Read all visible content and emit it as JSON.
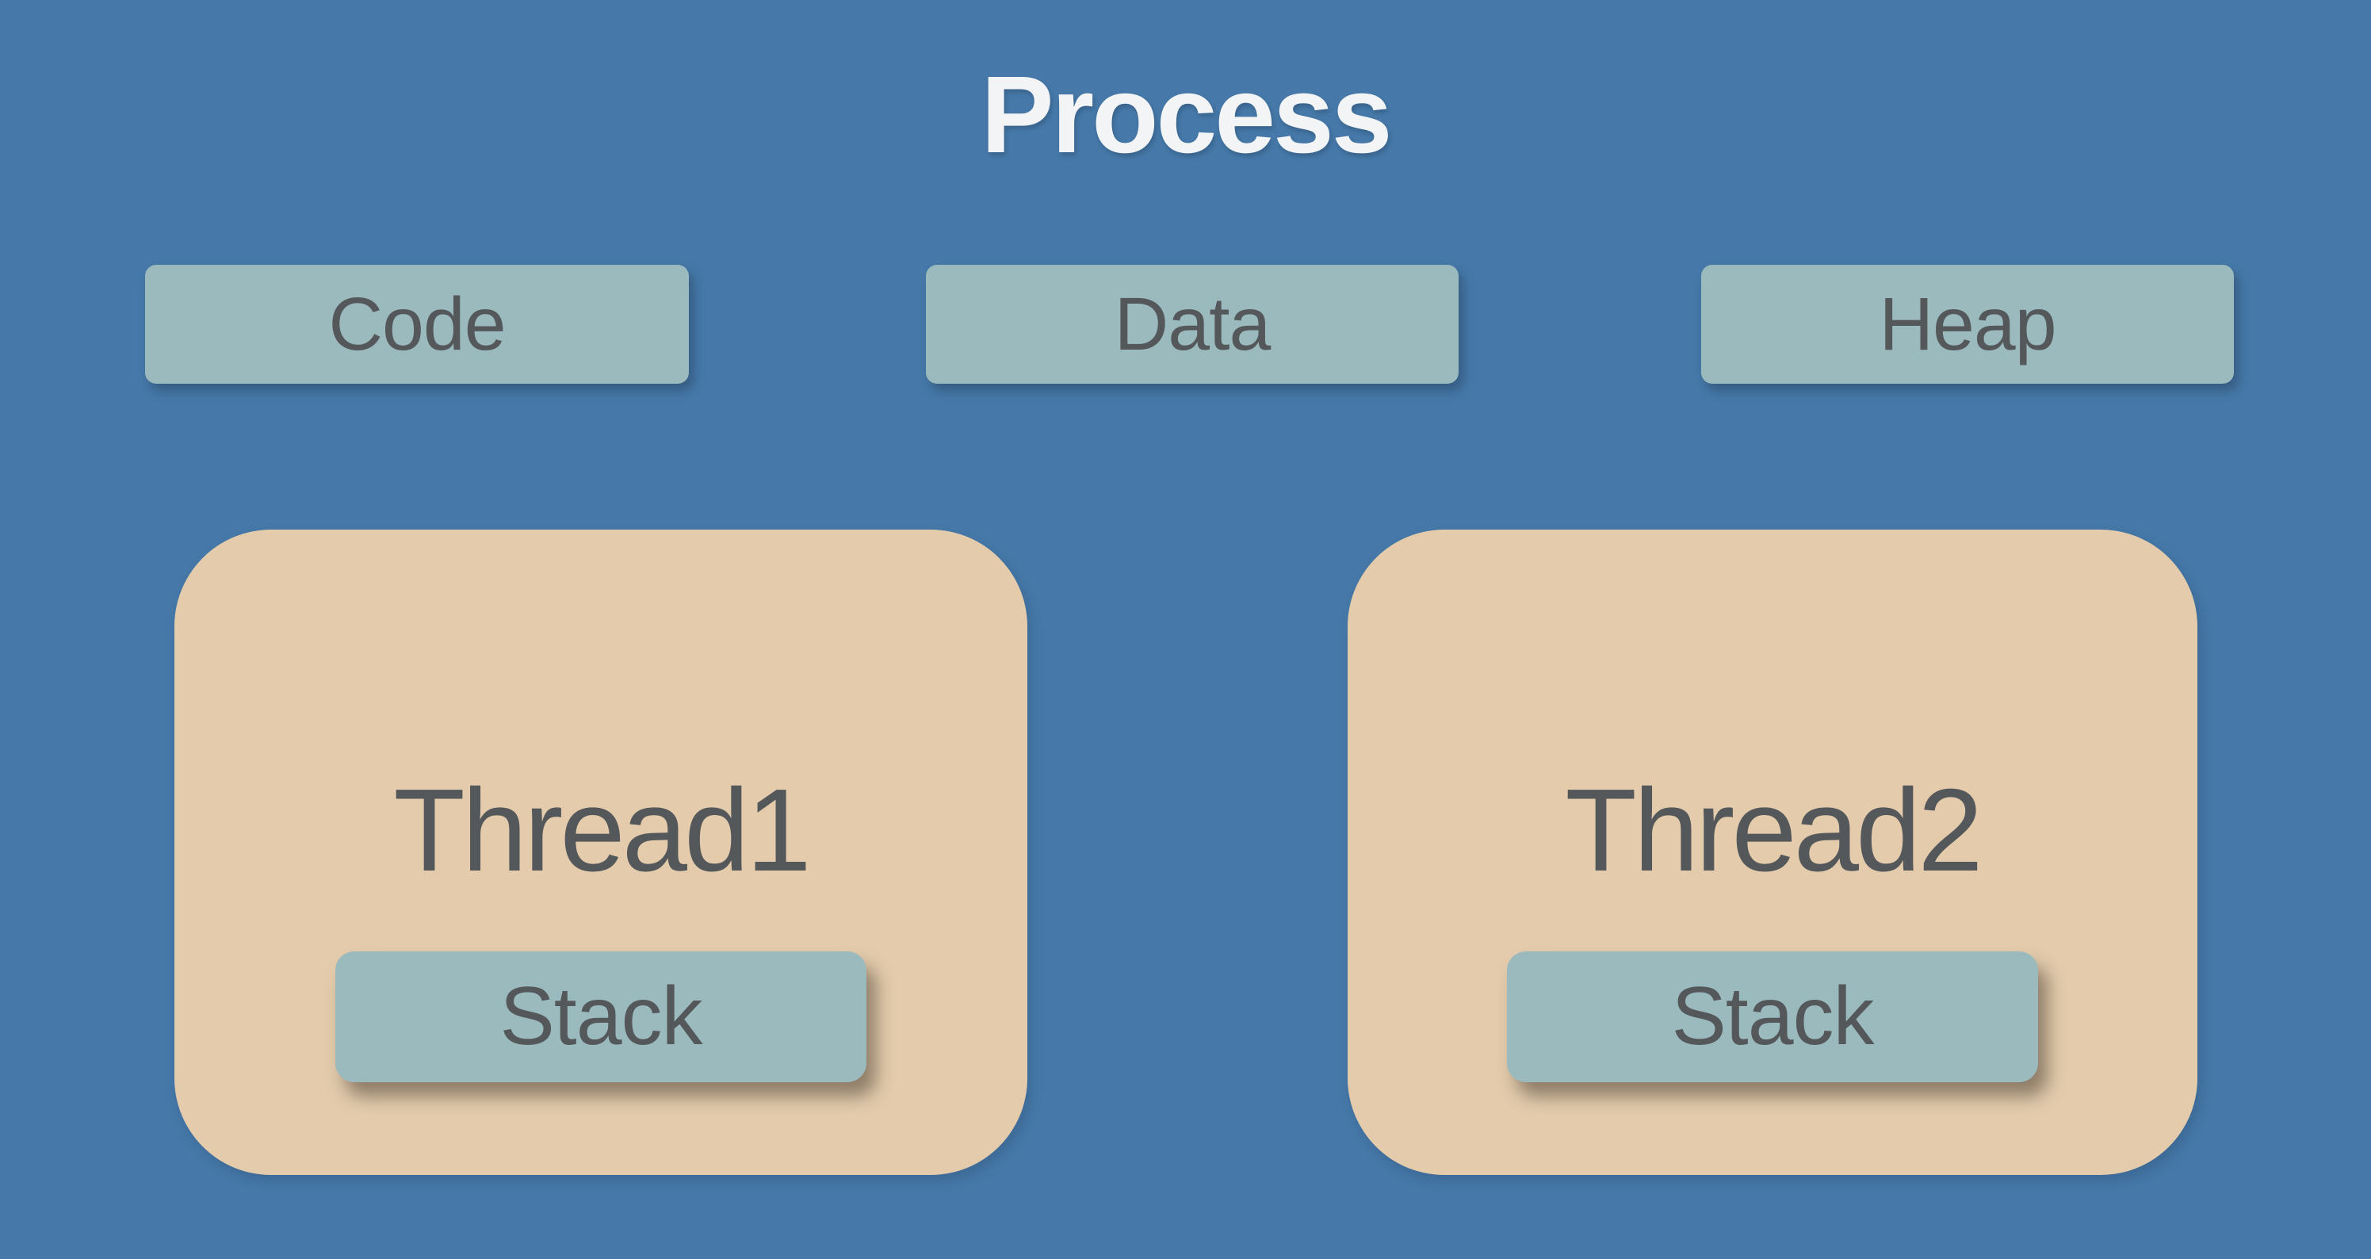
{
  "title": "Process",
  "memory_sections": [
    {
      "label": "Code"
    },
    {
      "label": "Data"
    },
    {
      "label": "Heap"
    }
  ],
  "threads": [
    {
      "name": "Thread1",
      "stack_label": "Stack"
    },
    {
      "name": "Thread2",
      "stack_label": "Stack"
    }
  ],
  "colors": {
    "bg": "#4679A9",
    "panel": "#E3CBAC",
    "box": "#9BBABE",
    "ink": "#55585A",
    "title-ink": "#F2F4F5"
  }
}
